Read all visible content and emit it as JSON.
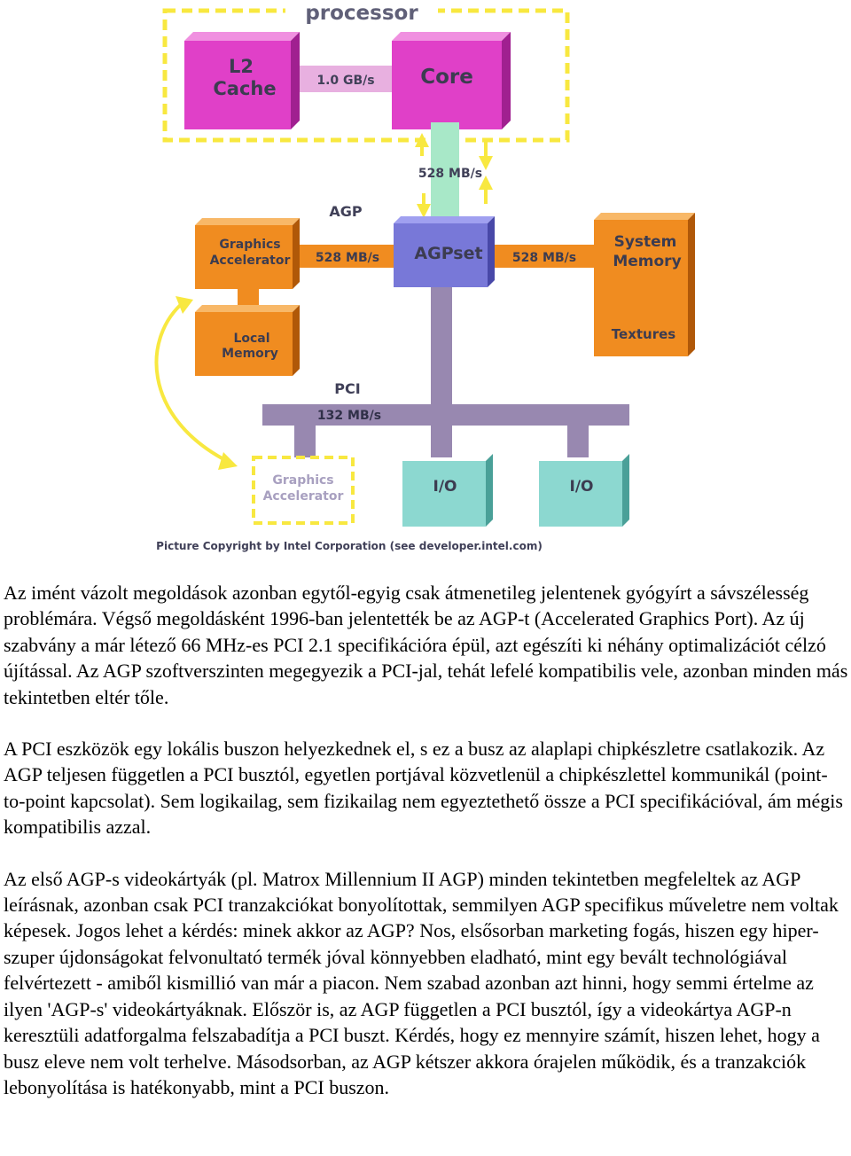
{
  "figure": {
    "processor_label": "processor",
    "l2_cache_line1": "L2",
    "l2_cache_line2": "Cache",
    "core_label": "Core",
    "cache_bandwidth": "1.0 GB/s",
    "core_bus_bandwidth": "528 MB/s",
    "agp_label": "AGP",
    "graphics_accel_line1": "Graphics",
    "graphics_accel_line2": "Accelerator",
    "agp_bandwidth_left": "528 MB/s",
    "agpset_label": "AGPset",
    "agp_bandwidth_right": "528 MB/s",
    "system_memory_line1": "System",
    "system_memory_line2": "Memory",
    "textures_label": "Textures",
    "local_memory_line1": "Local",
    "local_memory_line2": "Memory",
    "pci_label": "PCI",
    "pci_bandwidth": "132 MB/s",
    "pci_graphics_line1": "Graphics",
    "pci_graphics_line2": "Accelerator",
    "io_label_1": "I/O",
    "io_label_2": "I/O",
    "copyright": "Picture Copyright by Intel Corporation (see developer.intel.com)"
  },
  "article": {
    "paragraphs": [
      "Az imént vázolt megoldások azonban egytől-egyig csak átmenetileg jelentenek gyógyírt a sávszélesség problémára. Végső megoldásként 1996-ban jelentették be az AGP-t (Accelerated Graphics Port). Az új szabvány a már létező 66 MHz-es PCI 2.1 specifikációra épül, azt egészíti ki néhány optimalizációt célzó újítással. Az AGP szoftverszinten megegyezik a PCI-jal, tehát lefelé kompatibilis vele, azonban minden más tekintetben eltér tőle.",
      "A PCI eszközök egy lokális buszon helyezkednek el, s ez a busz az alaplapi chipkészletre csatlakozik. Az AGP teljesen független a PCI busztól, egyetlen portjával közvetlenül a chipkészlettel kommunikál (point-to-point kapcsolat). Sem logikailag, sem fizikailag nem egyeztethető össze a PCI specifikációval, ám mégis kompatibilis azzal.",
      "Az első AGP-s videokártyák (pl. Matrox Millennium II AGP) minden tekintetben megfeleltek az AGP leírásnak, azonban csak PCI tranzakciókat bonyolítottak, semmilyen AGP specifikus műveletre nem voltak képesek. Jogos lehet a kérdés: minek akkor az AGP? Nos, elsősorban marketing fogás, hiszen egy hiper-szuper újdonságokat felvonultató termék jóval könnyebben eladható, mint egy bevált technológiával felvértezett - amiből kismillió van már a piacon. Nem szabad azonban azt hinni, hogy semmi értelme az ilyen 'AGP-s' videokártyáknak. Először is, az AGP független a PCI busztól, így a videokártya AGP-n keresztüli adatforgalma felszabadítja a PCI buszt. Kérdés, hogy ez mennyire számít, hiszen lehet, hogy a busz eleve nem volt terhelve. Másodsorban, az AGP kétszer akkora órajelen működik, és a tranzakciók lebonyolítása is hatékonyabb, mint a PCI buszon."
    ]
  },
  "colors": {
    "processor_box": "#e040c8",
    "core_link": "#a8e8c8",
    "agp_box": "#7878d8",
    "orange_box": "#f08c20",
    "pci_bus": "#9888b0",
    "io_box": "#8cd8d0",
    "dashed_outline": "#f8e840",
    "ghost_text": "#a8a0c0"
  }
}
